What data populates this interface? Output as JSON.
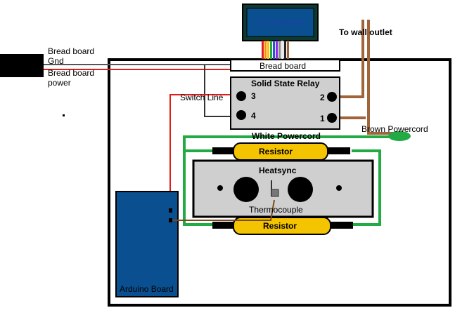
{
  "labels": {
    "lcd_screen": "LCD Screen",
    "to_wall_outlet": "To wall outlet",
    "bread_board_gnd_1": "Bread board",
    "bread_board_gnd_2": "Gnd",
    "bread_board_power_1": "Bread board",
    "bread_board_power_2": "power",
    "bread_board": "Bread board",
    "solid_state_relay": "Solid State Relay",
    "switch_line": "Switch Line",
    "pin_3": "3",
    "pin_4": "4",
    "pin_2": "2",
    "pin_1": "1",
    "white_powercord": "White Powercord",
    "brown_powercord": "Brown Powercord",
    "resistor_top": "Resistor",
    "heatsync": "Heatsync",
    "thermocouple": "Thermocouple",
    "resistor_bottom": "Resistor",
    "arduino_board": "Arduino Board"
  },
  "colors": {
    "power_wire": "#e21b1b",
    "gnd_wire": "#555555",
    "green_wire": "#22aa44",
    "brown_wire": "#a0633a",
    "resistor": "#f5c400",
    "arduino": "#0a4f8f",
    "lcd_bezel": "#0a3a30",
    "relay_body": "#cfcfcf",
    "heatsink_body": "#cfcfcf"
  }
}
